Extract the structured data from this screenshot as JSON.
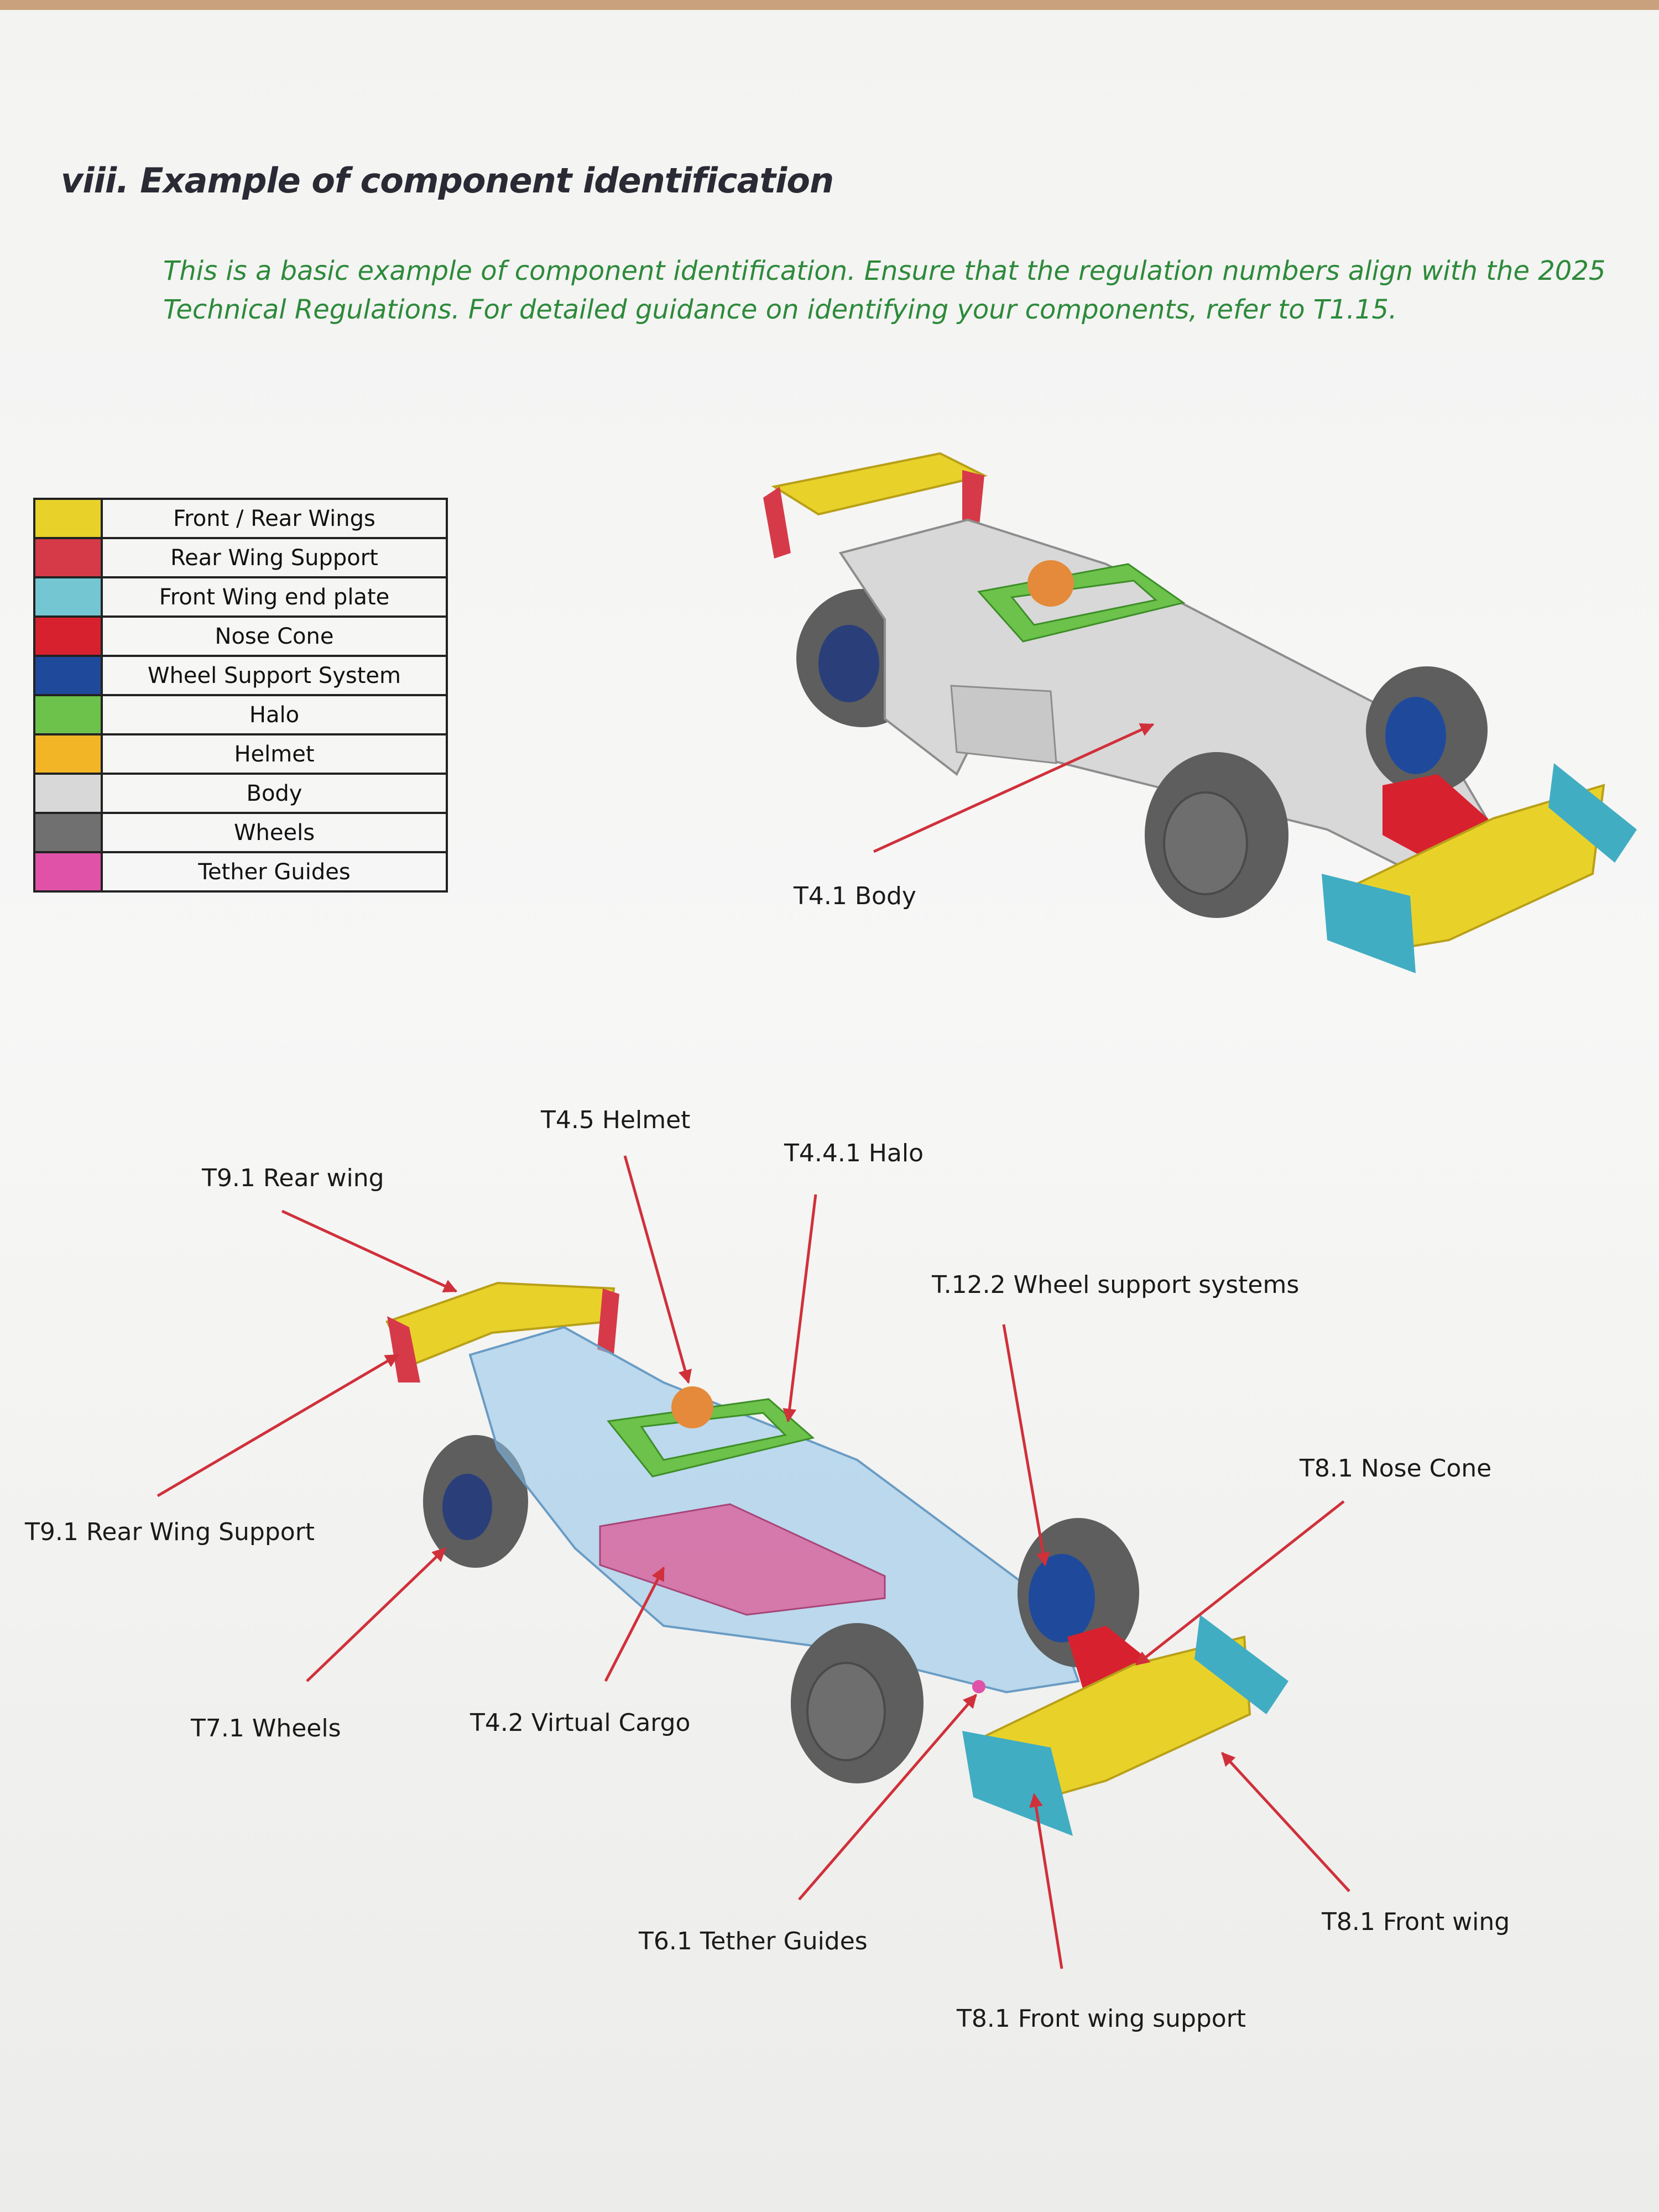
{
  "heading": "viii. Example of component identification",
  "intro": "This is a basic example of component identification. Ensure that the regulation numbers align with the 2025 Technical Regulations. For detailed guidance on identifying your components, refer to T1.15.",
  "legend": [
    {
      "label": "Front / Rear Wings",
      "color": "#e8d22a"
    },
    {
      "label": "Rear Wing Support",
      "color": "#d63a48"
    },
    {
      "label": "Front Wing end plate",
      "color": "#74c6d2"
    },
    {
      "label": "Nose Cone",
      "color": "#d8212e"
    },
    {
      "label": "Wheel Support System",
      "color": "#1f4a9c"
    },
    {
      "label": "Halo",
      "color": "#6cc24a"
    },
    {
      "label": "Helmet",
      "color": "#f2b526"
    },
    {
      "label": "Body",
      "color": "#d8d8d8"
    },
    {
      "label": "Wheels",
      "color": "#707070"
    },
    {
      "label": "Tether Guides",
      "color": "#e052a8"
    }
  ],
  "callouts": {
    "body": "T4.1 Body",
    "helmet": "T4.5 Helmet",
    "halo": "T4.4.1 Halo",
    "rear_wing": "T9.1 Rear wing",
    "wheel_support": "T.12.2 Wheel support systems",
    "nose_cone": "T8.1 Nose Cone",
    "rear_wing_support": "T9.1 Rear Wing Support",
    "wheels": "T7.1 Wheels",
    "virtual_cargo": "T4.2 Virtual Cargo",
    "tether_guides": "T6.1 Tether Guides",
    "front_wing": "T8.1 Front wing",
    "front_wing_support": "T8.1 Front wing support"
  },
  "colors": {
    "heading": "#2a2a35",
    "intro": "#2d8a3a",
    "arrow": "#d0303a",
    "transparent_body": "#8ec3ea",
    "virtual_cargo": "#d9679f"
  }
}
